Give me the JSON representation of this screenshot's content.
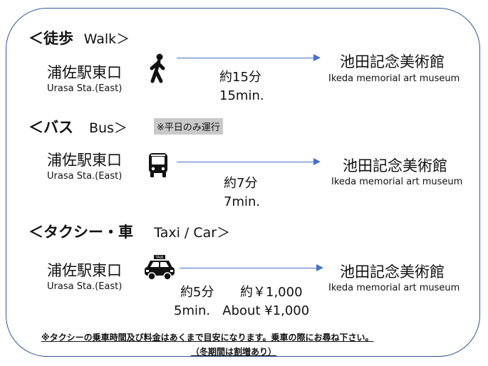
{
  "walk": {
    "heading_ja": "＜徒歩",
    "heading_en": "Walk＞",
    "station_ja": "浦佐駅東口",
    "station_en": "Urasa Sta.(East)",
    "time_ja": "約15分",
    "time_en": "15min.",
    "dest_ja": "池田記念美術館",
    "dest_en": "Ikeda memorial art museum",
    "icon": "walking-person-icon"
  },
  "bus": {
    "heading_ja": "＜バス",
    "heading_en": "Bus＞",
    "note": "※平日のみ運行",
    "station_ja": "浦佐駅東口",
    "station_en": "Urasa Sta.(East)",
    "time_ja": "約7分",
    "time_en": "7min.",
    "dest_ja": "池田記念美術館",
    "dest_en": "Ikeda memorial art museum",
    "icon": "bus-icon"
  },
  "taxi": {
    "heading_ja": "＜タクシー・車",
    "heading_en": "Taxi / Car＞",
    "station_ja": "浦佐駅東口",
    "station_en": "Urasa Sta.(East)",
    "time_ja": "約5分",
    "fare_ja": "約￥1,000",
    "time_fare_en": "5min.   About ¥1,000",
    "dest_ja": "池田記念美術館",
    "dest_en": "Ikeda memorial art museum",
    "taxi_sign": "TAXI",
    "icon": "taxi-icon"
  },
  "footer": {
    "line1": "※タクシーの乗車時間及び料金はあくまで目安になります。乗車の際にお尋ね下さい。",
    "line2": "（冬期間は割増あり）"
  },
  "colors": {
    "frame": "#2f5597",
    "arrow": "#4472c4",
    "note_bg": "#c9c9c9"
  }
}
